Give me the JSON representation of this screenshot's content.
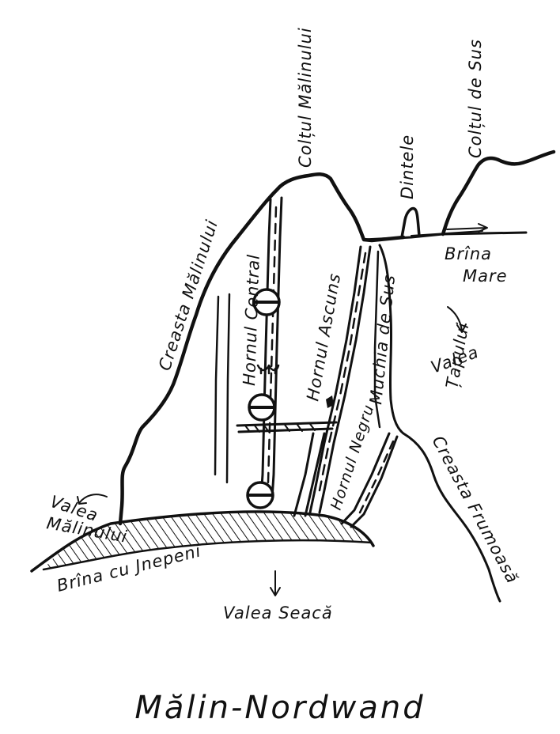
{
  "title": "Mălin-Nordwand",
  "labels": {
    "coltul_malinului": "Colțul Mălinului",
    "coltul_de_sus": "Colțul de Sus",
    "dintele": "Dintele",
    "brina_mare_1": "Brîna",
    "brina_mare_2": "Mare",
    "creasta_malinului": "Creasta Mălinului",
    "hornul_central": "Hornul Central",
    "hornul_ascuns": "Hornul Ascuns",
    "muchia_de_sus": "Muchia de Sus",
    "valea_tapului_1": "Valea",
    "valea_tapului_2": "Țapului",
    "hornul_negru": "Hornul Negru",
    "creasta_frumoasa": "Creasta Frumoasă",
    "valea_malinului_1": "Valea",
    "valea_malinului_2": "Mălinului",
    "brina_cu_jnepeni": "Brîna cu Jnepeni",
    "valea_seaca": "Valea Seacă"
  }
}
